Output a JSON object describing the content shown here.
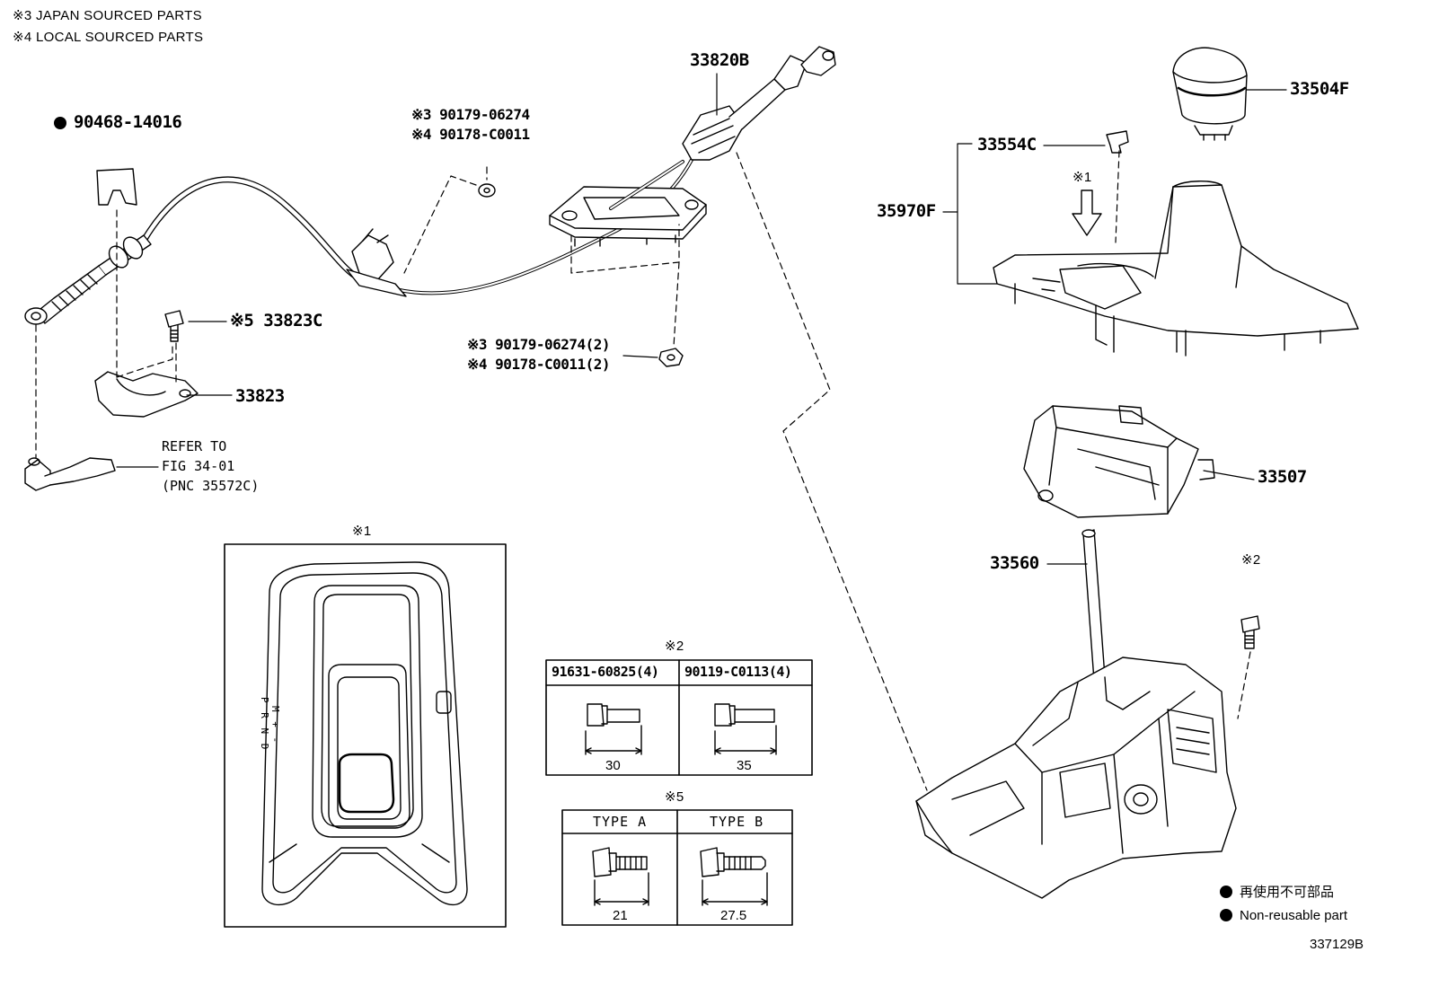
{
  "notes": {
    "japan": "※3 JAPAN SOURCED PARTS",
    "local": "※4 LOCAL SOURCED PARTS"
  },
  "labels": {
    "p90468": "90468-14016",
    "p33820b": "33820B",
    "p33504f": "33504F",
    "p33554c": "33554C",
    "p35970f": "35970F",
    "p33823c": "※5 33823C",
    "p33823": "33823",
    "p33507": "33507",
    "p33560": "33560",
    "nut_a1": "※3 90179-06274",
    "nut_a2": "※4 90178-C0011",
    "nut_b1": "※3 90179-06274(2)",
    "nut_b2": "※4 90178-C0011(2)",
    "refer": "REFER TO\nFIG 34-01\n(PNC 35572C)",
    "mark1_a": "※1",
    "mark1_b": "※1",
    "mark2_a": "※2",
    "mark2_b": "※2",
    "mark5": "※5",
    "shift_pattern_1": "P R N D",
    "shift_pattern_2": "M + -"
  },
  "bolt_table_2": {
    "col1_part": "91631-60825(4)",
    "col2_part": "90119-C0113(4)",
    "col1_len": "30",
    "col2_len": "35"
  },
  "bolt_table_5": {
    "col1_type": "TYPE  A",
    "col2_type": "TYPE  B",
    "col1_len": "21",
    "col2_len": "27.5"
  },
  "legend": {
    "jp": "再使用不可部品",
    "en": "Non-reusable part"
  },
  "figure_id": "337129B"
}
